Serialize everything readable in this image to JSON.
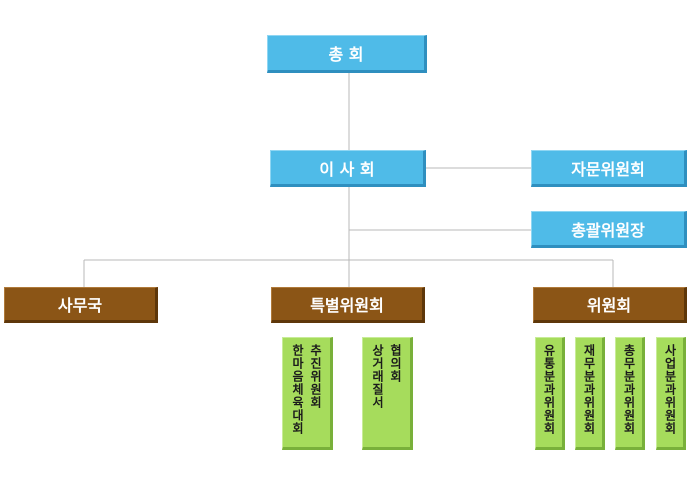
{
  "top": {
    "general_assembly": "총 회"
  },
  "middle": {
    "board": "이 사 회",
    "advisory_committee": "자문위원회",
    "chief_chairman": "총괄위원장"
  },
  "departments": {
    "secretariat": "사무국",
    "special_committee": "특별위원회",
    "committee": "위원회"
  },
  "special_subcommittees": [
    {
      "col1": "추진위원회",
      "col2": "한마음체육대회"
    },
    {
      "col1": "협의회",
      "col2": "상거래질서"
    }
  ],
  "subcommittees": [
    "유통분과위원회",
    "재무분과위원회",
    "총무분과위원회",
    "사업분과위원회"
  ],
  "colors": {
    "blue": "#4fbbe8",
    "brown": "#8b5516",
    "green": "#a6dc5c",
    "line": "#b8b8b8"
  }
}
